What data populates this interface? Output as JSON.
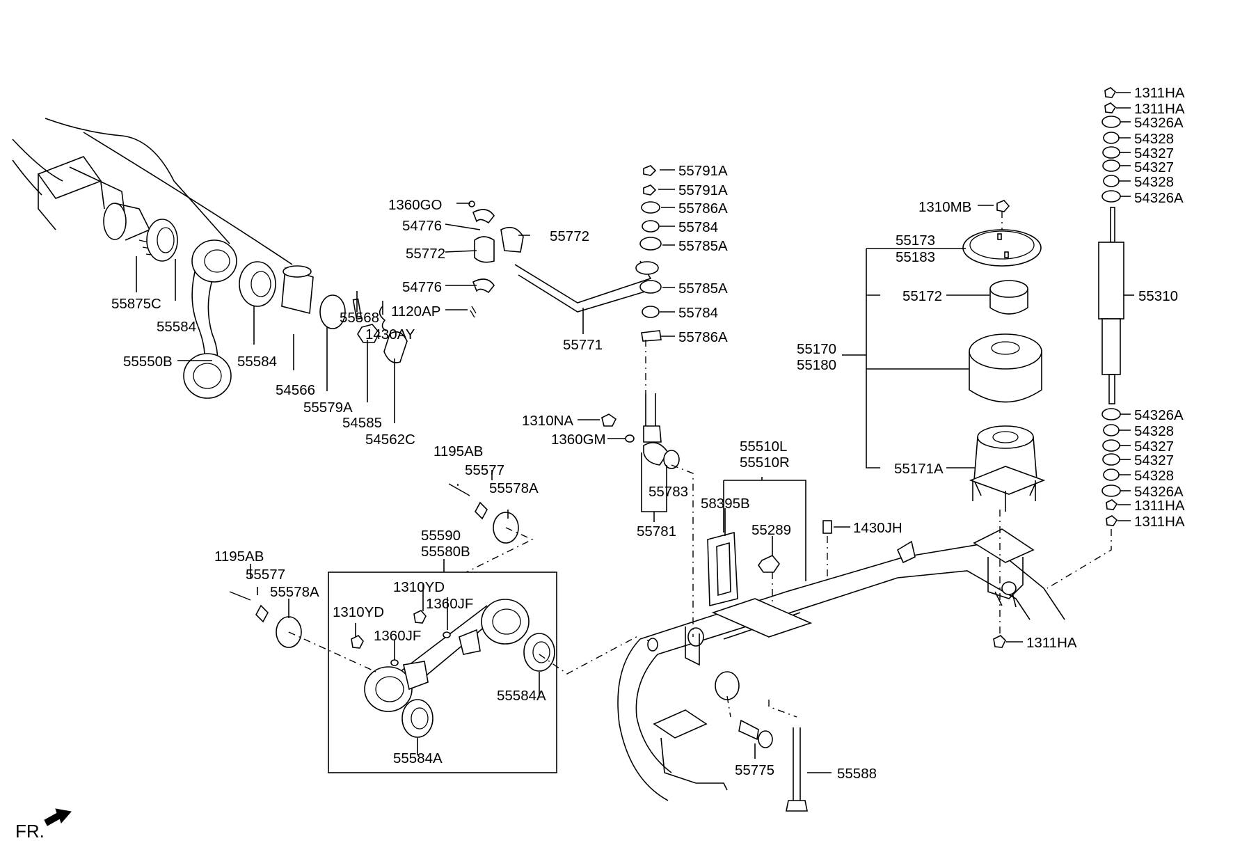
{
  "diagram": {
    "orientation_label": "FR.",
    "parts": {
      "p55875C": "55875C",
      "p55584_a": "55584",
      "p55550B": "55550B",
      "p55584_b": "55584",
      "p54566": "54566",
      "p55579A": "55579A",
      "p55568": "55568",
      "p1430AY": "1430AY",
      "p54585": "54585",
      "p54562C": "54562C",
      "p1360GO": "1360GO",
      "p54776_a": "54776",
      "p55772_a": "55772",
      "p55772_b": "55772",
      "p54776_b": "54776",
      "p1120AP": "1120AP",
      "p55771": "55771",
      "p55791A_a": "55791A",
      "p55791A_b": "55791A",
      "p55786A_a": "55786A",
      "p55784_a": "55784",
      "p55785A_a": "55785A",
      "p55785A_b": "55785A",
      "p55784_b": "55784",
      "p55786A_b": "55786A",
      "p1310NA": "1310NA",
      "p1360GM": "1360GM",
      "p55783": "55783",
      "p55781": "55781",
      "p1195AB_a": "1195AB",
      "p55577_a": "55577",
      "p55578A_a": "55578A",
      "p55590": "55590",
      "p55580B": "55580B",
      "p1195AB_b": "1195AB",
      "p55577_b": "55577",
      "p55578A_b": "55578A",
      "p1310YD_a": "1310YD",
      "p1360JF_a": "1360JF",
      "p1310YD_b": "1310YD",
      "p1360JF_b": "1360JF",
      "p55584A_a": "55584A",
      "p55584A_b": "55584A",
      "p55510L": "55510L",
      "p55510R": "55510R",
      "p58395B": "58395B",
      "p55289": "55289",
      "p1430JH": "1430JH",
      "p55775": "55775",
      "p55588": "55588",
      "p1310MB": "1310MB",
      "p55173": "55173",
      "p55183": "55183",
      "p55172": "55172",
      "p55170": "55170",
      "p55180": "55180",
      "p55171A": "55171A",
      "p55310": "55310",
      "p1311HA_a": "1311HA",
      "p1311HA_b": "1311HA",
      "p54326A_a": "54326A",
      "p54328_a": "54328",
      "p54327_a": "54327",
      "p54327_b": "54327",
      "p54328_b": "54328",
      "p54326A_b": "54326A",
      "p54326A_c": "54326A",
      "p54328_c": "54328",
      "p54327_c": "54327",
      "p54327_d": "54327",
      "p54328_d": "54328",
      "p54326A_d": "54326A",
      "p1311HA_c": "1311HA",
      "p1311HA_d": "1311HA",
      "p1311HA_e": "1311HA"
    }
  }
}
